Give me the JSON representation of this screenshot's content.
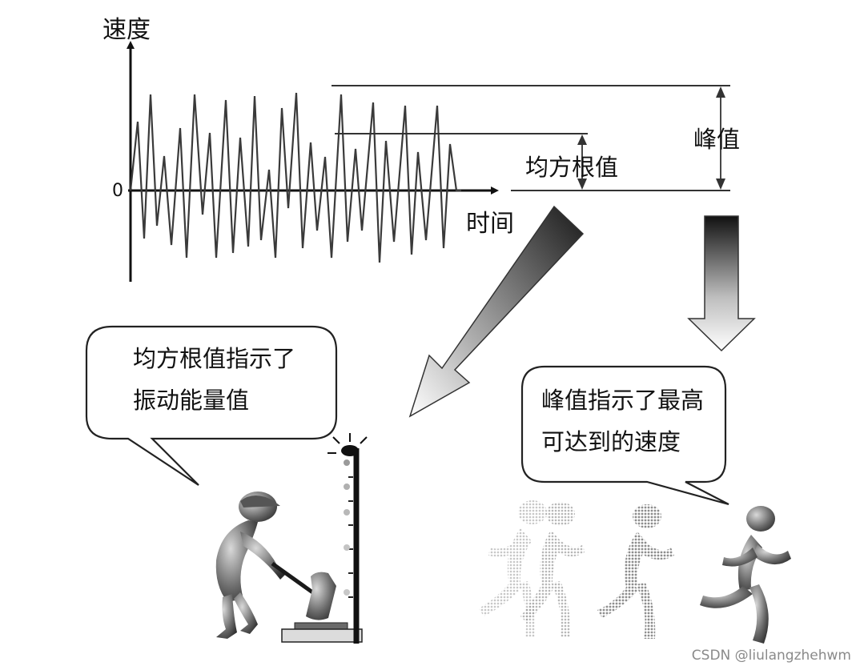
{
  "axes": {
    "y_label": "速度",
    "x_label": "时间",
    "origin_label": "0"
  },
  "annotations": {
    "rms_label": "均方根值",
    "peak_label": "峰值"
  },
  "bubbles": {
    "rms": {
      "line1": "均方根值指示了",
      "line2": "振动能量值"
    },
    "peak": {
      "line1": "峰值指示了最高",
      "line2": "可达到的速度"
    }
  },
  "watermark": "CSDN @liulangzhehwm"
}
